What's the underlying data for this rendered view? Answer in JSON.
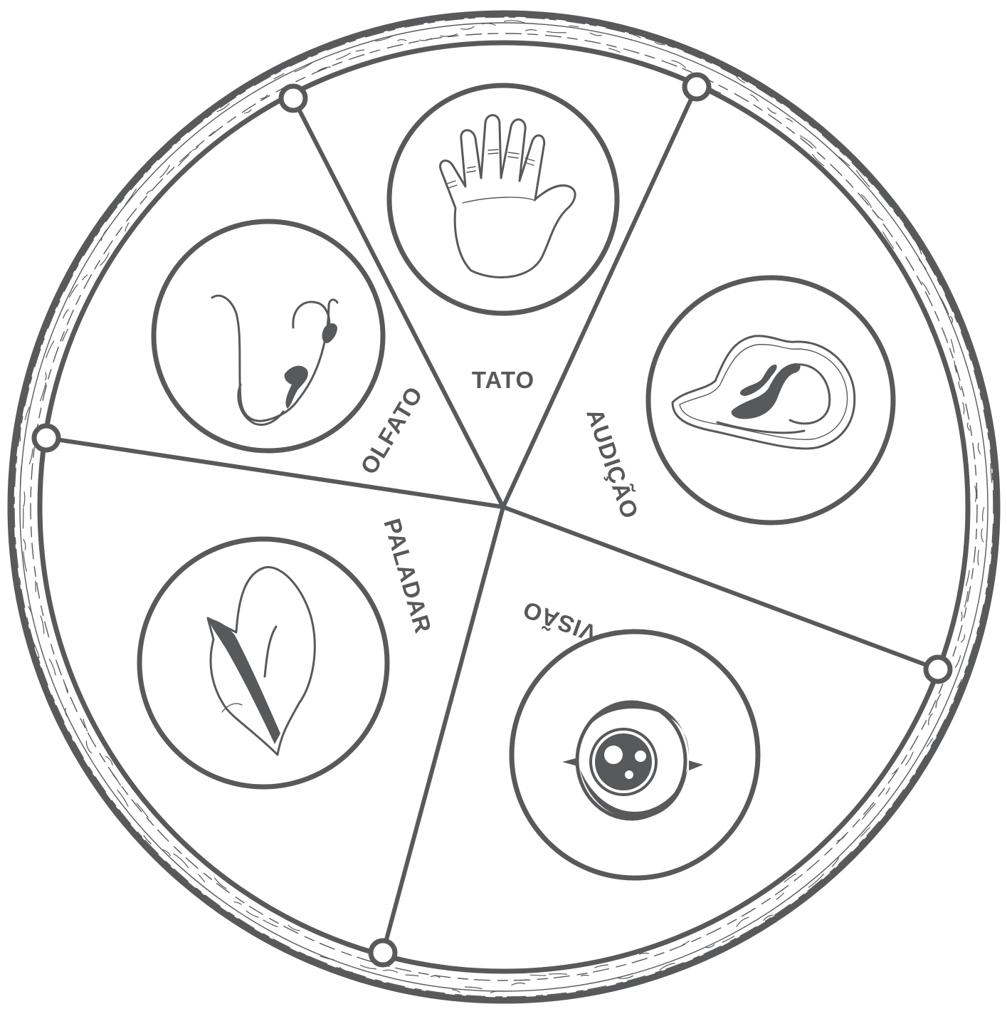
{
  "diagram": {
    "colors": {
      "ink": "#58595b",
      "background": "#ffffff"
    },
    "center_icons": {
      "tato": "hand-icon",
      "audicao": "ear-icon",
      "visao": "eye-icon",
      "paladar": "leaf-icon",
      "olfato": "nose-icon"
    },
    "sectors": [
      {
        "id": "tato",
        "label": "TATO"
      },
      {
        "id": "audicao",
        "label": "AUDIÇÃO"
      },
      {
        "id": "visao",
        "label": "VISÃO"
      },
      {
        "id": "paladar",
        "label": "PALADAR"
      },
      {
        "id": "olfato",
        "label": "OLFATO"
      }
    ]
  }
}
